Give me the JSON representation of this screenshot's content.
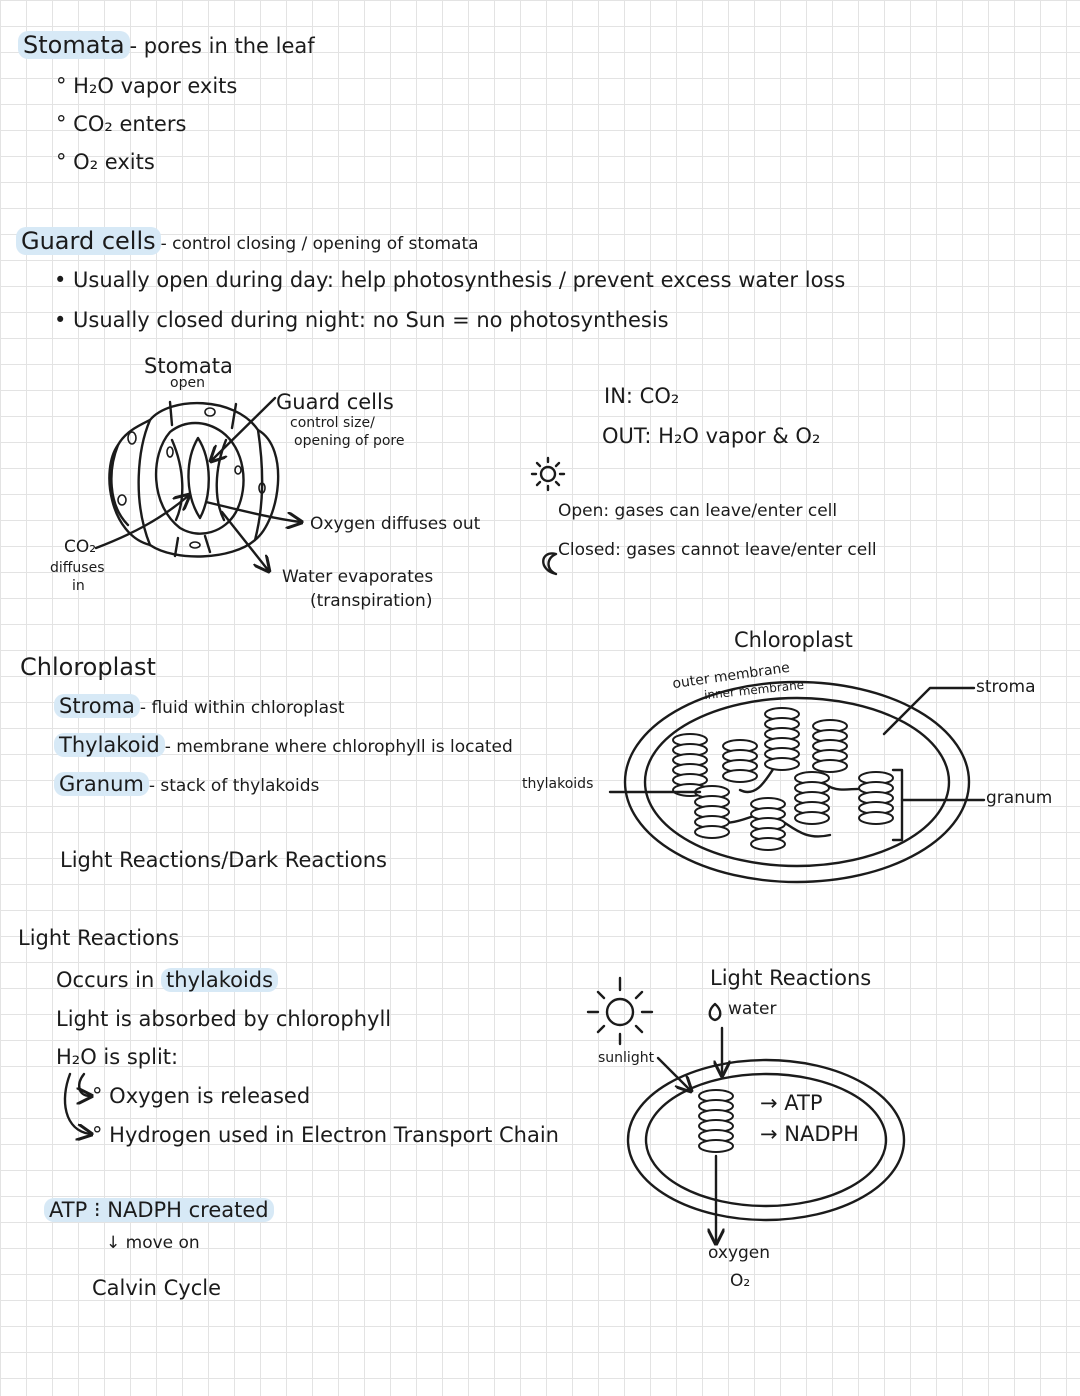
{
  "stomata_section": {
    "term": "Stomata",
    "definition": "- pores in the leaf",
    "bullets": [
      "° H₂O vapor exits",
      "° CO₂ enters",
      "° O₂ exits"
    ]
  },
  "guard_cells_section": {
    "term": "Guard cells",
    "definition": "- control closing / opening of stomata",
    "bullets": [
      "• Usually open during day: help photosynthesis / prevent excess water loss",
      "• Usually closed during night: no Sun = no photosynthesis"
    ]
  },
  "stomata_diagram": {
    "title": "Stomata",
    "subtitle": "open",
    "guard_label": "Guard cells",
    "guard_note_1": "control size/",
    "guard_note_2": "opening of pore",
    "oxygen_label": "Oxygen diffuses out",
    "co2_line1": "CO₂",
    "co2_line2": "diffuses",
    "co2_line3": "in",
    "water_line1": "Water evaporates",
    "water_line2": "(transpiration)"
  },
  "gas_exchange": {
    "in_text": "IN: CO₂",
    "out_text": "OUT: H₂O vapor & O₂",
    "open_text": "Open: gases can leave/enter cell",
    "closed_text": "Closed: gases cannot leave/enter cell"
  },
  "chloroplast_section": {
    "heading": "Chloroplast",
    "items": [
      {
        "term": "Stroma",
        "definition": "- fluid within chloroplast"
      },
      {
        "term": "Thylakoid",
        "definition": "- membrane where chlorophyll is located"
      },
      {
        "term": "Granum",
        "definition": "- stack of thylakoids"
      }
    ],
    "reactions_line": "Light Reactions/Dark Reactions"
  },
  "chloroplast_diagram": {
    "title": "Chloroplast",
    "outer_membrane": "outer membrane",
    "inner_membrane": "inner membrane",
    "stroma": "stroma",
    "thylakoids": "thylakoids",
    "granum": "granum"
  },
  "light_reactions_section": {
    "heading": "Light Reactions",
    "occurs_prefix": "Occurs in",
    "occurs_term": "thylakoids",
    "absorbed": "Light is absorbed by chlorophyll",
    "split": "H₂O is split:",
    "oxygen_released": "° Oxygen is released",
    "hydrogen_used": "° Hydrogen used in Electron Transport Chain",
    "created": "ATP ⁝ NADPH created",
    "move_on": "↓ move on",
    "calvin": "Calvin Cycle"
  },
  "light_diagram": {
    "title": "Light Reactions",
    "water": "water",
    "sunlight": "sunlight",
    "atp": "→ ATP",
    "nadph": "→ NADPH",
    "oxygen": "oxygen",
    "o2": "O₂"
  }
}
